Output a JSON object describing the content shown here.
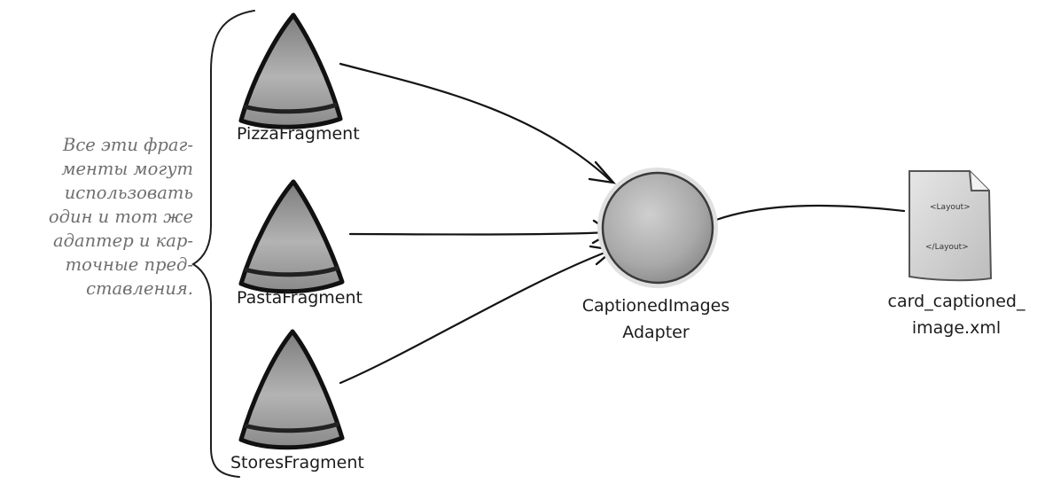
{
  "note": "Все эти фраг-\nменты могут\nиспользовать\nодин и тот же\nадаптер и кар-\nточные пред-\nставления.",
  "nodes": {
    "pizza": {
      "label": "PizzaFragment",
      "icon": "triangle-icon"
    },
    "pasta": {
      "label": "PastaFragment",
      "icon": "triangle-icon"
    },
    "stores": {
      "label": "StoresFragment",
      "icon": "triangle-icon"
    },
    "adapter": {
      "label_line1": "CaptionedImages",
      "label_line2": "Adapter",
      "icon": "sphere-icon"
    },
    "layout": {
      "label_line1": "card_captioned_",
      "label_line2": "image.xml",
      "icon": "document-icon",
      "tag_open": "<Layout>",
      "tag_close": "</Layout>"
    }
  },
  "colors": {
    "ink": "#1a1a1a",
    "note": "#6f6f6f",
    "fill_gray": "#9a9a9a"
  }
}
